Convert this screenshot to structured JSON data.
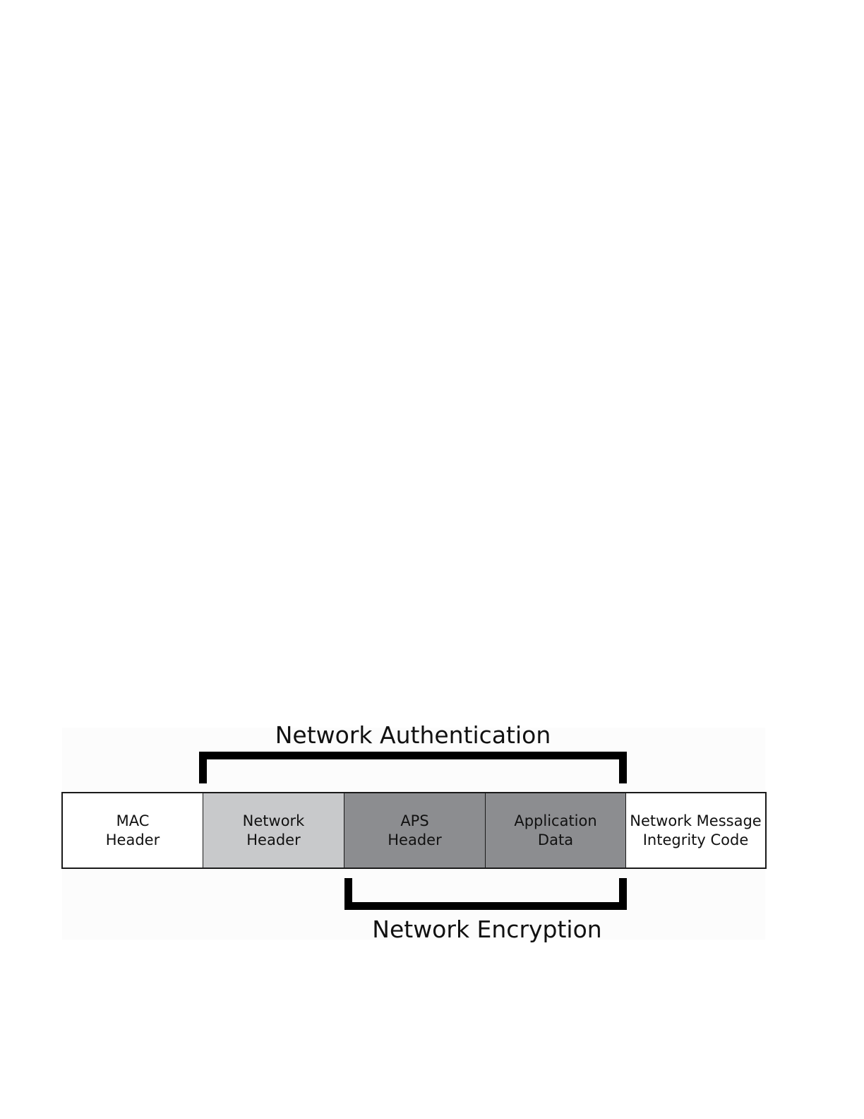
{
  "top_label": "Network Authentication",
  "bottom_label": "Network Encryption",
  "cells": [
    {
      "line1": "MAC",
      "line2": "Header",
      "fill": "#ffffff"
    },
    {
      "line1": "Network",
      "line2": "Header",
      "fill": "#c8c9cb"
    },
    {
      "line1": "APS",
      "line2": "Header",
      "fill": "#8c8d90"
    },
    {
      "line1": "Application",
      "line2": "Data",
      "fill": "#8c8d90"
    },
    {
      "line1": "Network Message",
      "line2": "Integrity Code",
      "fill": "#ffffff"
    }
  ]
}
